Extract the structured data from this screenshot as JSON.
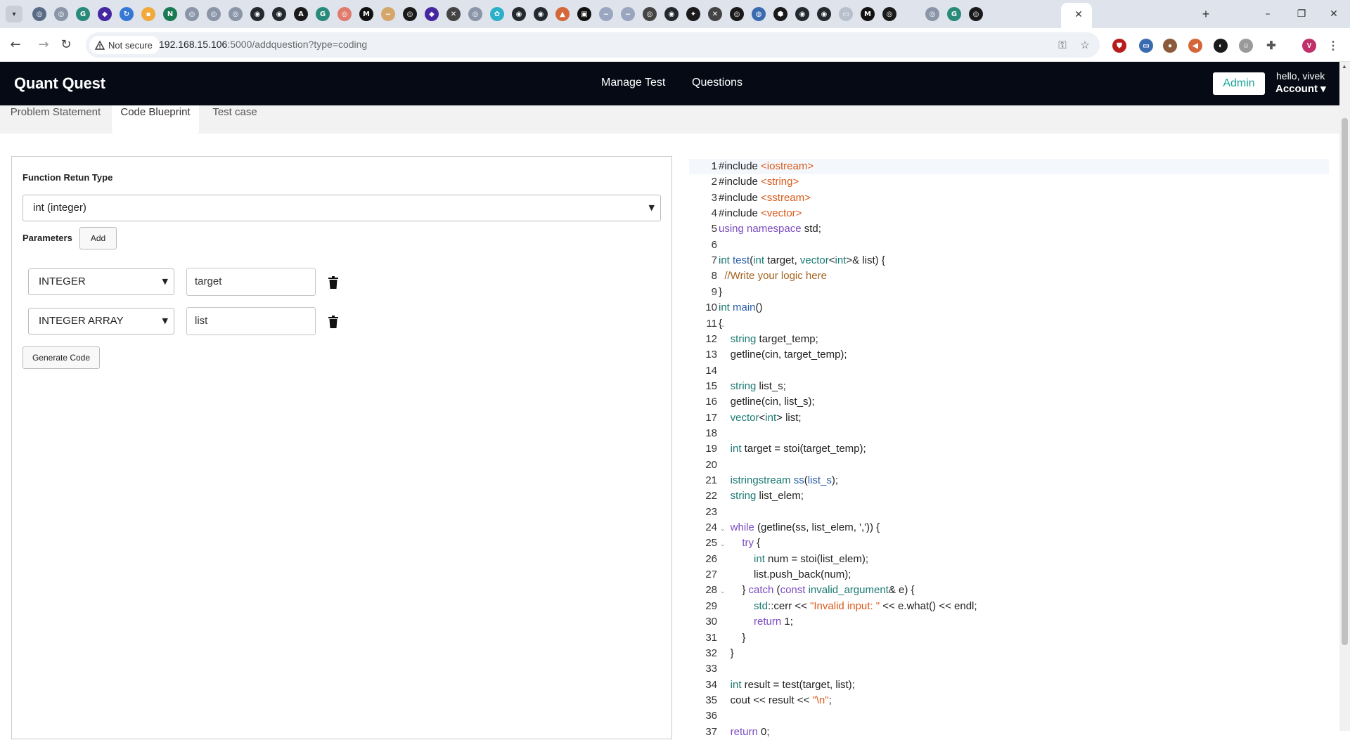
{
  "browser": {
    "tab_icons": [
      {
        "name": "tab-icon-1",
        "color": "#5a6b86",
        "glyph": "◎"
      },
      {
        "name": "tab-icon-2",
        "color": "#8a95a8",
        "glyph": "◎"
      },
      {
        "name": "tab-icon-3",
        "color": "#2a8a7a",
        "glyph": "G"
      },
      {
        "name": "tab-icon-4",
        "color": "#4527a0",
        "glyph": "◆"
      },
      {
        "name": "tab-icon-5",
        "color": "#3478d4",
        "glyph": "↻"
      },
      {
        "name": "tab-icon-6",
        "color": "#f2a93b",
        "glyph": "▪"
      },
      {
        "name": "tab-icon-7",
        "color": "#1a7a52",
        "glyph": "N"
      },
      {
        "name": "tab-icon-8",
        "color": "#8a95a8",
        "glyph": "◎"
      },
      {
        "name": "tab-icon-9",
        "color": "#8a95a8",
        "glyph": "◎"
      },
      {
        "name": "tab-icon-10",
        "color": "#8a95a8",
        "glyph": "◎"
      },
      {
        "name": "tab-icon-11",
        "color": "#24292f",
        "glyph": "◉"
      },
      {
        "name": "tab-icon-12",
        "color": "#24292f",
        "glyph": "◉"
      },
      {
        "name": "tab-icon-13",
        "color": "#1a1a1a",
        "glyph": "A"
      },
      {
        "name": "tab-icon-14",
        "color": "#2a8a7a",
        "glyph": "G"
      },
      {
        "name": "tab-icon-15",
        "color": "#e07a6a",
        "glyph": "◎"
      },
      {
        "name": "tab-icon-16",
        "color": "#111111",
        "glyph": "M"
      },
      {
        "name": "tab-icon-17",
        "color": "#d4a66a",
        "glyph": "~"
      },
      {
        "name": "tab-icon-18",
        "color": "#1a1a1a",
        "glyph": "◎"
      },
      {
        "name": "tab-icon-19",
        "color": "#4527a0",
        "glyph": "◆"
      },
      {
        "name": "tab-icon-20",
        "color": "#444444",
        "glyph": "✕"
      },
      {
        "name": "tab-icon-21",
        "color": "#8a95a8",
        "glyph": "◎"
      },
      {
        "name": "tab-icon-22",
        "color": "#2ab0c8",
        "glyph": "✿"
      },
      {
        "name": "tab-icon-23",
        "color": "#24292f",
        "glyph": "◉"
      },
      {
        "name": "tab-icon-24",
        "color": "#24292f",
        "glyph": "◉"
      },
      {
        "name": "tab-icon-25",
        "color": "#d4663a",
        "glyph": "▲"
      },
      {
        "name": "tab-icon-26",
        "color": "#111111",
        "glyph": "▣"
      },
      {
        "name": "tab-icon-27",
        "color": "#9aa6c0",
        "glyph": "~"
      },
      {
        "name": "tab-icon-28",
        "color": "#9aa6c0",
        "glyph": "~"
      },
      {
        "name": "tab-icon-29",
        "color": "#444444",
        "glyph": "◎"
      },
      {
        "name": "tab-icon-30",
        "color": "#24292f",
        "glyph": "◉"
      },
      {
        "name": "tab-icon-31",
        "color": "#1a1a1a",
        "glyph": "✦"
      },
      {
        "name": "tab-icon-32",
        "color": "#444444",
        "glyph": "✕"
      },
      {
        "name": "tab-icon-33",
        "color": "#1a1a1a",
        "glyph": "◎"
      },
      {
        "name": "tab-icon-34",
        "color": "#3a6ab0",
        "glyph": "◍"
      },
      {
        "name": "tab-icon-35",
        "color": "#1a1a1a",
        "glyph": "⬢"
      },
      {
        "name": "tab-icon-36",
        "color": "#24292f",
        "glyph": "◉"
      },
      {
        "name": "tab-icon-37",
        "color": "#24292f",
        "glyph": "◉"
      },
      {
        "name": "tab-icon-38",
        "color": "#b8c0cc",
        "glyph": "▭"
      },
      {
        "name": "tab-icon-39",
        "color": "#111111",
        "glyph": "M"
      },
      {
        "name": "tab-icon-40",
        "color": "#1a1a1a",
        "glyph": "◎"
      },
      {
        "name": "tab-icon-41",
        "color": "#8a95a8",
        "glyph": "◎"
      },
      {
        "name": "tab-icon-42",
        "color": "#2a8a7a",
        "glyph": "G"
      },
      {
        "name": "tab-icon-43",
        "color": "#1a1a1a",
        "glyph": "◎"
      }
    ],
    "active_tab_close": "✕",
    "new_tab": "+",
    "window_controls": {
      "minimize": "–",
      "restore": "❐",
      "close": "✕"
    },
    "nav": {
      "back": "←",
      "forward": "→",
      "reload": "↻"
    },
    "security_label": "Not secure",
    "url_host": "192.168.15.106",
    "url_rest": ":5000/addquestion?type=coding",
    "omnibox_icons": {
      "key": "⚿",
      "star": "☆"
    },
    "extensions": [
      {
        "name": "ublock-extension-icon",
        "color": "#b71c1c",
        "glyph": "⛊"
      },
      {
        "name": "cast-extension-icon",
        "color": "#3a6ab0",
        "glyph": "▭"
      },
      {
        "name": "cookie-extension-icon",
        "color": "#8a5a3a",
        "glyph": "●"
      },
      {
        "name": "megaphone-extension-icon",
        "color": "#d4663a",
        "glyph": "◀"
      },
      {
        "name": "dark-extension-icon",
        "color": "#1a1a1a",
        "glyph": "◐"
      },
      {
        "name": "face-extension-icon",
        "color": "#9a9a9a",
        "glyph": "☺"
      },
      {
        "name": "puzzle-extension-icon",
        "color": "#555555",
        "glyph": "✚"
      },
      {
        "name": "profile-avatar",
        "color": "#c0306a",
        "glyph": "V"
      },
      {
        "name": "more-menu-icon",
        "color": "#555555",
        "glyph": "⋮"
      }
    ]
  },
  "header": {
    "brand": "Quant Quest",
    "nav": [
      "Manage Test",
      "Questions"
    ],
    "admin_label": "Admin",
    "hello": "hello, vivek",
    "account": "Account ▾"
  },
  "tabs": [
    "Problem Statement",
    "Code Blueprint",
    "Test case"
  ],
  "active_tab": "Code Blueprint",
  "form": {
    "return_label": "Function Retun Type",
    "return_value": "int (integer)",
    "params_label": "Parameters",
    "add_label": "Add",
    "params": [
      {
        "type": "INTEGER",
        "name": "target"
      },
      {
        "type": "INTEGER ARRAY",
        "name": "list"
      }
    ],
    "generate_label": "Generate Code"
  },
  "editor": {
    "fold_lines": [
      7,
      11,
      24,
      25,
      28
    ],
    "lines": [
      [
        [
          "pl",
          "#include "
        ],
        [
          "str",
          "<iostream>"
        ]
      ],
      [
        [
          "pl",
          "#include "
        ],
        [
          "str",
          "<string>"
        ]
      ],
      [
        [
          "pl",
          "#include "
        ],
        [
          "str",
          "<sstream>"
        ]
      ],
      [
        [
          "pl",
          "#include "
        ],
        [
          "str",
          "<vector>"
        ]
      ],
      [
        [
          "kw",
          "using namespace"
        ],
        [
          "pl",
          " std;"
        ]
      ],
      [],
      [
        [
          "ty",
          "int"
        ],
        [
          "pl",
          " "
        ],
        [
          "fn",
          "test"
        ],
        [
          "pl",
          "("
        ],
        [
          "ty",
          "int"
        ],
        [
          "pl",
          " target, "
        ],
        [
          "ty",
          "vector"
        ],
        [
          "pl",
          "<"
        ],
        [
          "ty",
          "int"
        ],
        [
          "pl",
          ">& list) {"
        ]
      ],
      [
        [
          "pl",
          "  "
        ],
        [
          "cm",
          "//Write your logic here"
        ]
      ],
      [
        [
          "pl",
          "}"
        ]
      ],
      [
        [
          "ty",
          "int"
        ],
        [
          "pl",
          " "
        ],
        [
          "fn",
          "main"
        ],
        [
          "pl",
          "()"
        ]
      ],
      [
        [
          "pl",
          "{"
        ]
      ],
      [
        [
          "pl",
          "    "
        ],
        [
          "ty",
          "string"
        ],
        [
          "pl",
          " target_temp;"
        ]
      ],
      [
        [
          "pl",
          "    getline(cin, target_temp);"
        ]
      ],
      [],
      [
        [
          "pl",
          "    "
        ],
        [
          "ty",
          "string"
        ],
        [
          "pl",
          " list_s;"
        ]
      ],
      [
        [
          "pl",
          "    getline(cin, list_s);"
        ]
      ],
      [
        [
          "pl",
          "    "
        ],
        [
          "ty",
          "vector"
        ],
        [
          "pl",
          "<"
        ],
        [
          "ty",
          "int"
        ],
        [
          "pl",
          "> list;"
        ]
      ],
      [],
      [
        [
          "pl",
          "    "
        ],
        [
          "ty",
          "int"
        ],
        [
          "pl",
          " target = stoi(target_temp);"
        ]
      ],
      [],
      [
        [
          "pl",
          "    "
        ],
        [
          "ty",
          "istringstream"
        ],
        [
          "pl",
          " "
        ],
        [
          "fn",
          "ss"
        ],
        [
          "pl",
          "("
        ],
        [
          "fn",
          "list_s"
        ],
        [
          "pl",
          ");"
        ]
      ],
      [
        [
          "pl",
          "    "
        ],
        [
          "ty",
          "string"
        ],
        [
          "pl",
          " list_elem;"
        ]
      ],
      [],
      [
        [
          "pl",
          "    "
        ],
        [
          "kw",
          "while"
        ],
        [
          "pl",
          " (getline(ss, list_elem, ',')) {"
        ]
      ],
      [
        [
          "pl",
          "        "
        ],
        [
          "kw",
          "try"
        ],
        [
          "pl",
          " {"
        ]
      ],
      [
        [
          "pl",
          "            "
        ],
        [
          "ty",
          "int"
        ],
        [
          "pl",
          " num = stoi(list_elem);"
        ]
      ],
      [
        [
          "pl",
          "            list.push_back(num);"
        ]
      ],
      [
        [
          "pl",
          "        } "
        ],
        [
          "kw",
          "catch"
        ],
        [
          "pl",
          " ("
        ],
        [
          "kw",
          "const"
        ],
        [
          "pl",
          " "
        ],
        [
          "ty",
          "invalid_argument"
        ],
        [
          "pl",
          "& e) {"
        ]
      ],
      [
        [
          "pl",
          "            "
        ],
        [
          "ty",
          "std"
        ],
        [
          "pl",
          "::cerr << "
        ],
        [
          "str",
          "\"Invalid input: \""
        ],
        [
          "pl",
          " << e.what() << endl;"
        ]
      ],
      [
        [
          "pl",
          "            "
        ],
        [
          "kw",
          "return"
        ],
        [
          "pl",
          " 1;"
        ]
      ],
      [
        [
          "pl",
          "        }"
        ]
      ],
      [
        [
          "pl",
          "    }"
        ]
      ],
      [],
      [
        [
          "pl",
          "    "
        ],
        [
          "ty",
          "int"
        ],
        [
          "pl",
          " result = test(target, list);"
        ]
      ],
      [
        [
          "pl",
          "    cout << result << "
        ],
        [
          "str",
          "\"\\n\""
        ],
        [
          "pl",
          ";"
        ]
      ],
      [],
      [
        [
          "pl",
          "    "
        ],
        [
          "kw",
          "return"
        ],
        [
          "pl",
          " 0;"
        ]
      ]
    ]
  }
}
